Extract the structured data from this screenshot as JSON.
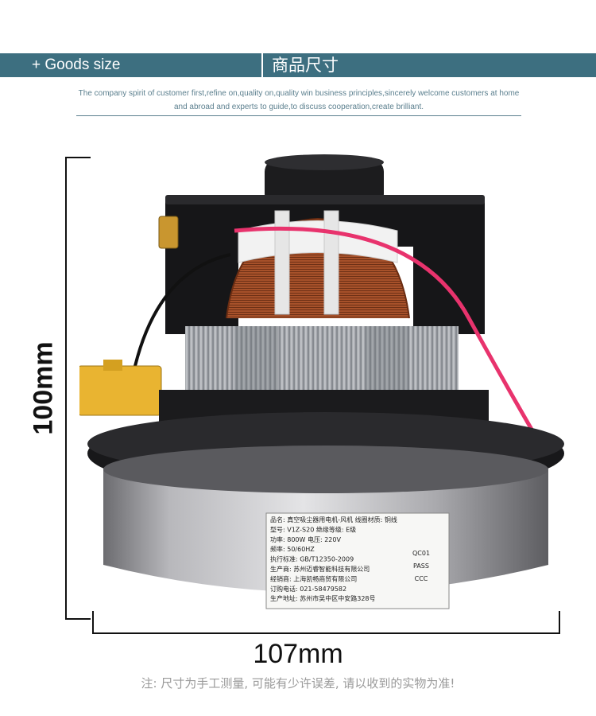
{
  "header": {
    "title_en": "+ Goods size",
    "title_cn": "商品尺寸"
  },
  "tagline": "The company spirit of customer first,refine on,quality on,quality win business principles,sincerely welcome customers at home and abroad and experts to guide,to discuss cooperation,create brilliant.",
  "dimensions": {
    "height_label": "100mm",
    "width_label": "107mm"
  },
  "product_label": {
    "lines": [
      "品名: 真空吸尘器用电机-风机   线圈材质: 铜线",
      "型号: V1Z-S20              绝缘等级: E级",
      "功率: 800W                 电压: 220V",
      "频率: 50/60HZ",
      "执行标准: GB/T12350-2009",
      "生产商: 苏州迈睿智能科技有限公司",
      "经销商: 上海凯畅商贸有限公司",
      "订购电话: 021-58479582",
      "生产地址: 苏州市吴中区中安路328号"
    ],
    "marks": [
      "QC01",
      "PASS",
      "CCC"
    ]
  },
  "note": "注: 尺寸为手工测量, 可能有少许误差, 请以收到的实物为准!",
  "colors": {
    "banner": "#3d6f80",
    "tagline": "#5b7f8e",
    "dimension_lines": "#111111",
    "note": "#9a9a9a",
    "wire_red": "#e8336d",
    "copper": "#b0552a",
    "connector": "#e9b431"
  }
}
